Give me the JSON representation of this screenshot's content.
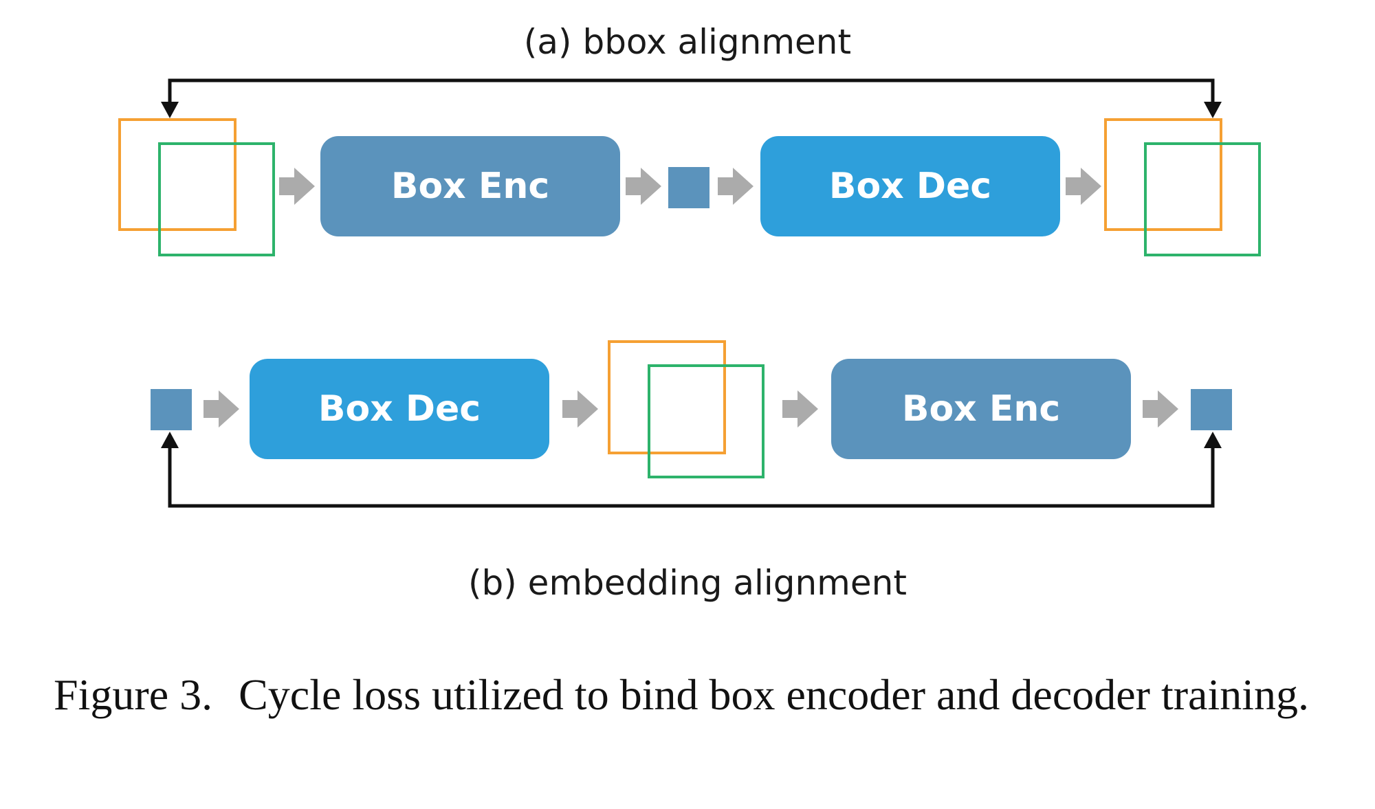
{
  "diagram": {
    "section_a": {
      "caption": "(a) bbox alignment",
      "blocks": [
        "Box Enc",
        "Box Dec"
      ]
    },
    "section_b": {
      "caption": "(b) embedding alignment",
      "blocks": [
        "Box Dec",
        "Box Enc"
      ]
    }
  },
  "colors": {
    "encoder_block": "#5b93bc",
    "decoder_block": "#2e9fdb",
    "embedding": "#5b93bc",
    "box_orange": "#f5a033",
    "box_green": "#2db36b",
    "flow_arrow": "#ababab",
    "loss_arrow": "#111111"
  },
  "figure_caption": {
    "label": "Figure 3.",
    "text": "Cycle loss utilized to bind box encoder and decoder training."
  }
}
